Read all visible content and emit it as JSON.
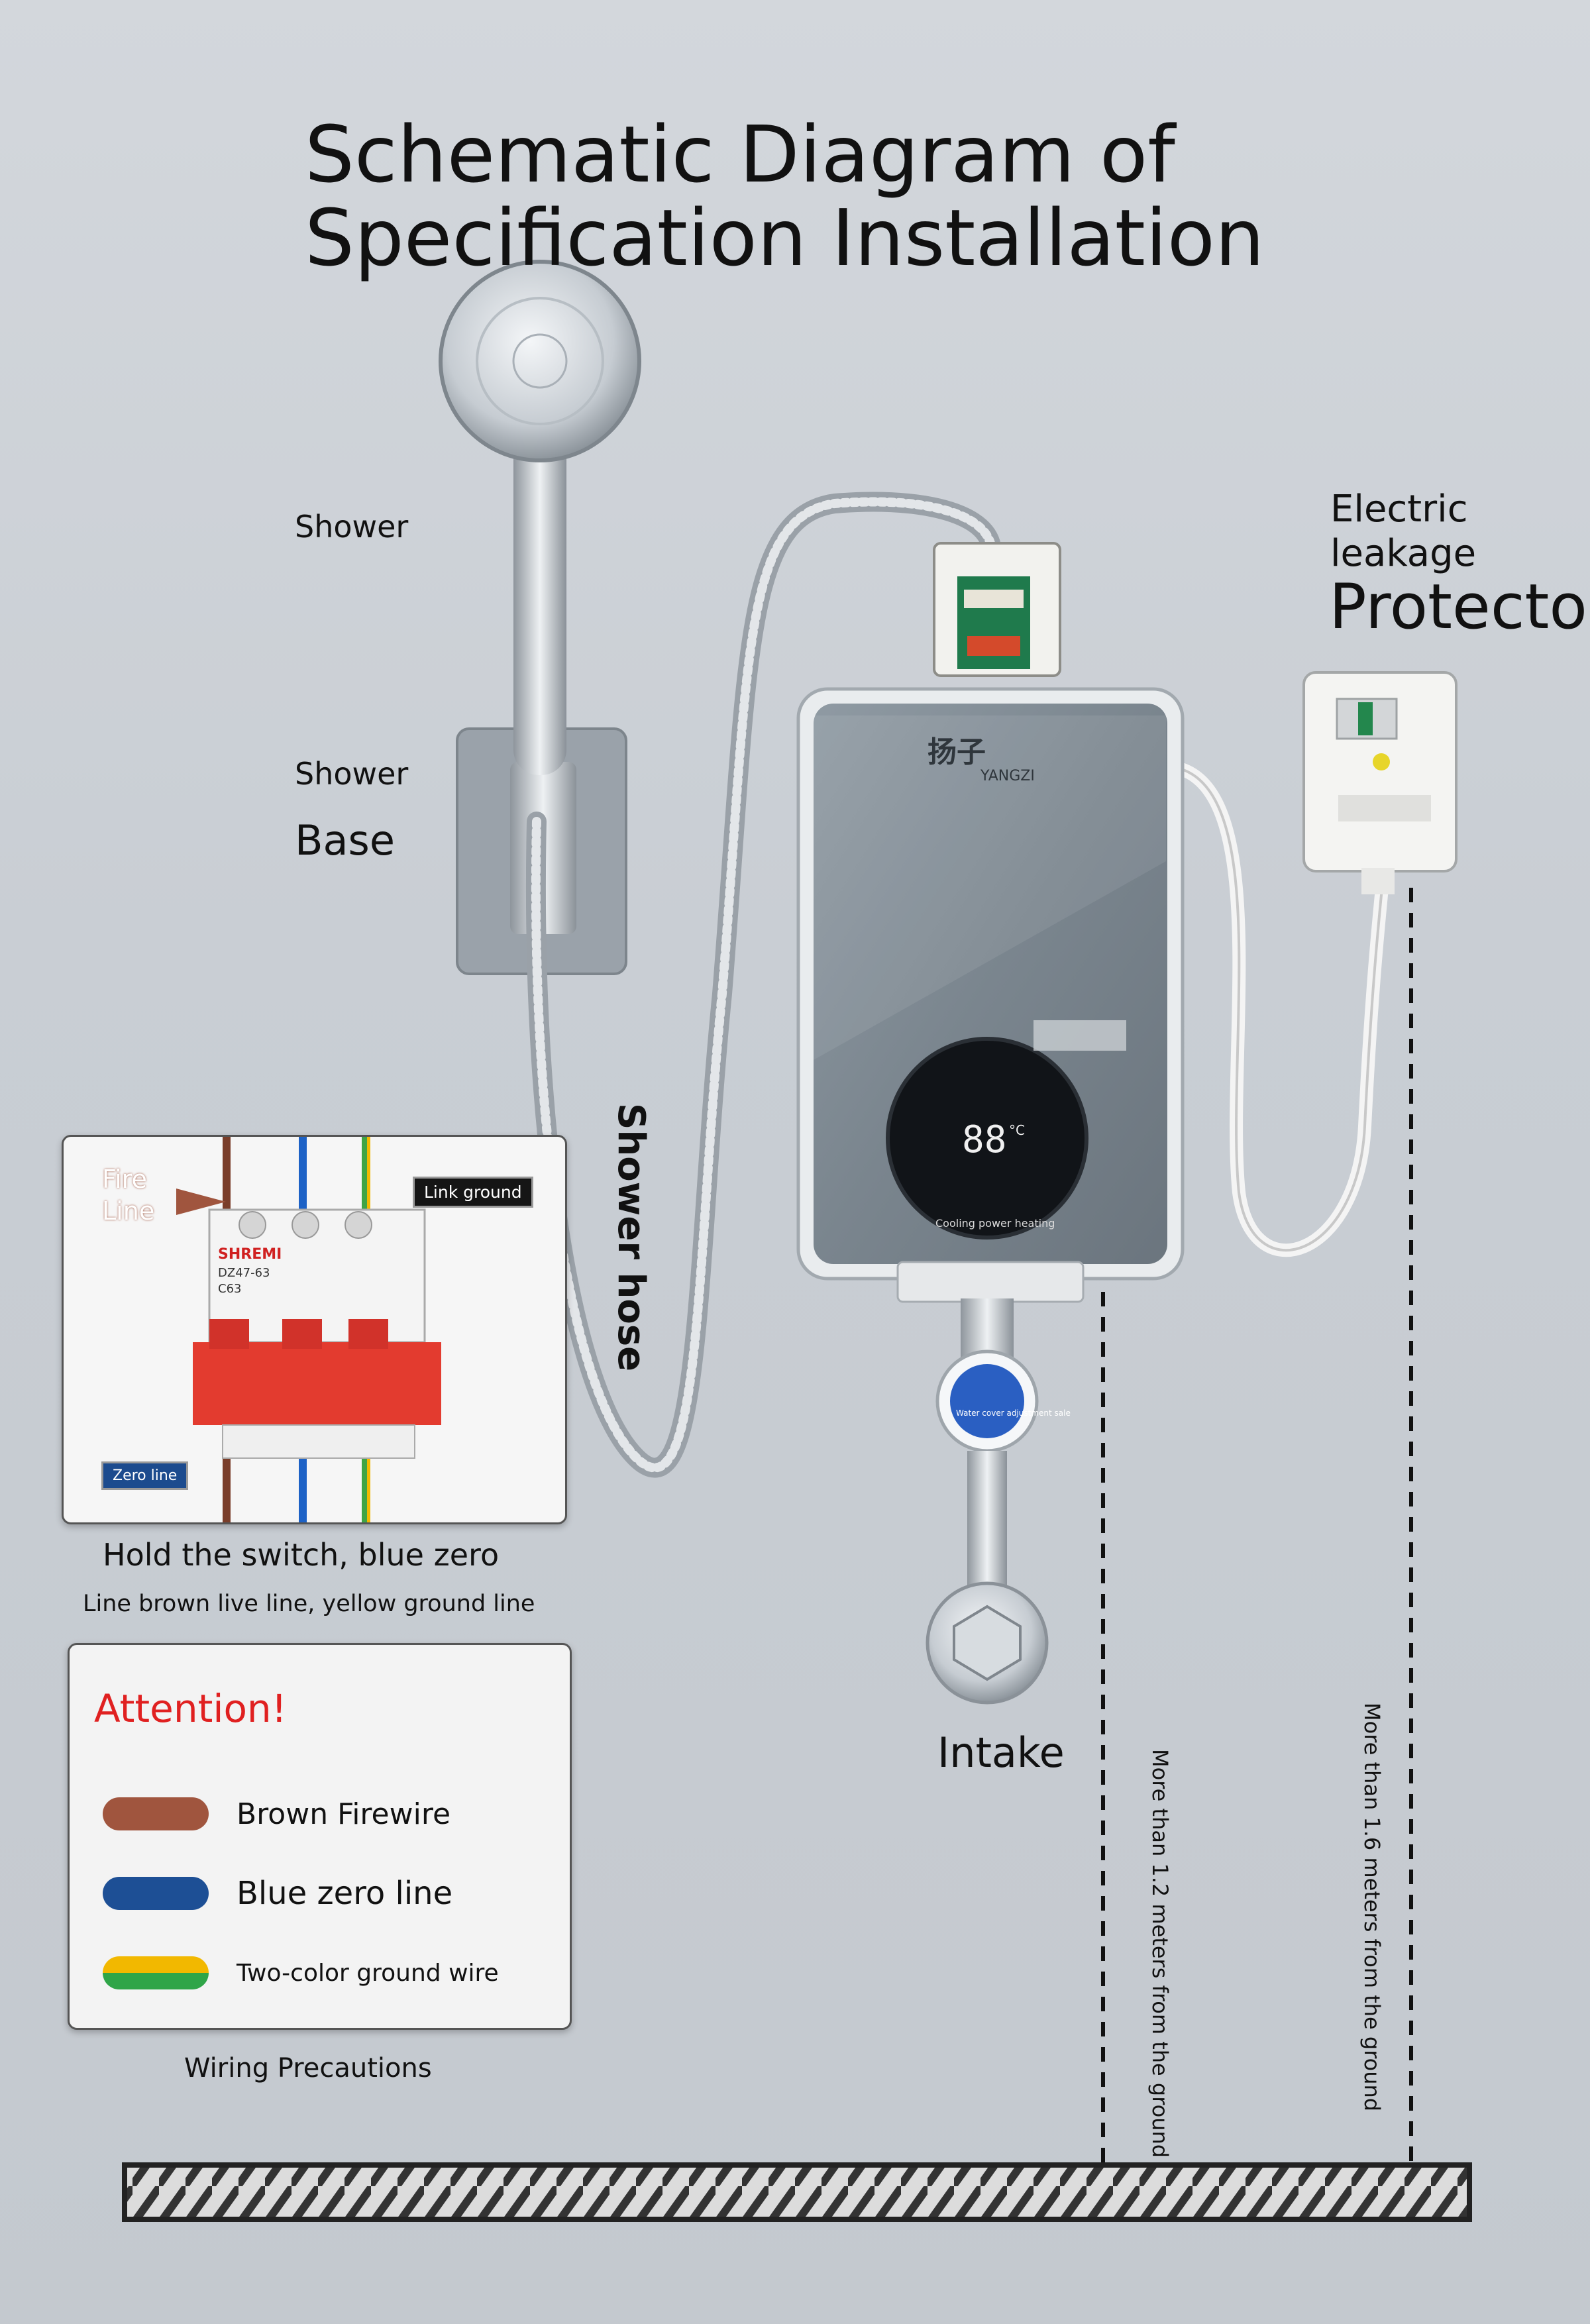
{
  "title": "Schematic Diagram of Specification Installation",
  "labels": {
    "shower": "Shower",
    "shower_base_1": "Shower",
    "shower_base_2": "Base",
    "shower_hose": "Shower hose",
    "leakage_1": "Electric",
    "leakage_2": "leakage",
    "leakage_3": "Protector",
    "intake": "Intake",
    "height_low": "More than 1.2 meters from the ground",
    "height_high": "More than 1.6 meters from the ground"
  },
  "heater": {
    "brand_cn": "扬子",
    "brand_en": "YANGZI",
    "display": "88",
    "unit": "°C",
    "controls": "Cooling power heating",
    "valve_label": "Water cover adjustment sale"
  },
  "breaker": {
    "brand": "SHREMI",
    "model": "DZ47-63",
    "rating": "C63",
    "fire_line": "Fire Line",
    "link_ground": "Link ground",
    "zero_line": "Zero line"
  },
  "switch_caption": {
    "line1": "Hold the switch, blue zero",
    "line2": "Line brown live line, yellow ground line"
  },
  "attention": {
    "title": "Attention!",
    "items": [
      {
        "label": "Brown Firewire",
        "color": "#a0553e"
      },
      {
        "label": "Blue zero line",
        "color": "#1d4f95"
      },
      {
        "label": "Two-color ground wire",
        "color": "#2fa548"
      }
    ],
    "caption": "Wiring Precautions"
  },
  "colors": {
    "accent_red": "#e02020",
    "heater_body": "#7e8a93",
    "panel_black": "#111418",
    "ground_yellow": "#f2b800"
  }
}
